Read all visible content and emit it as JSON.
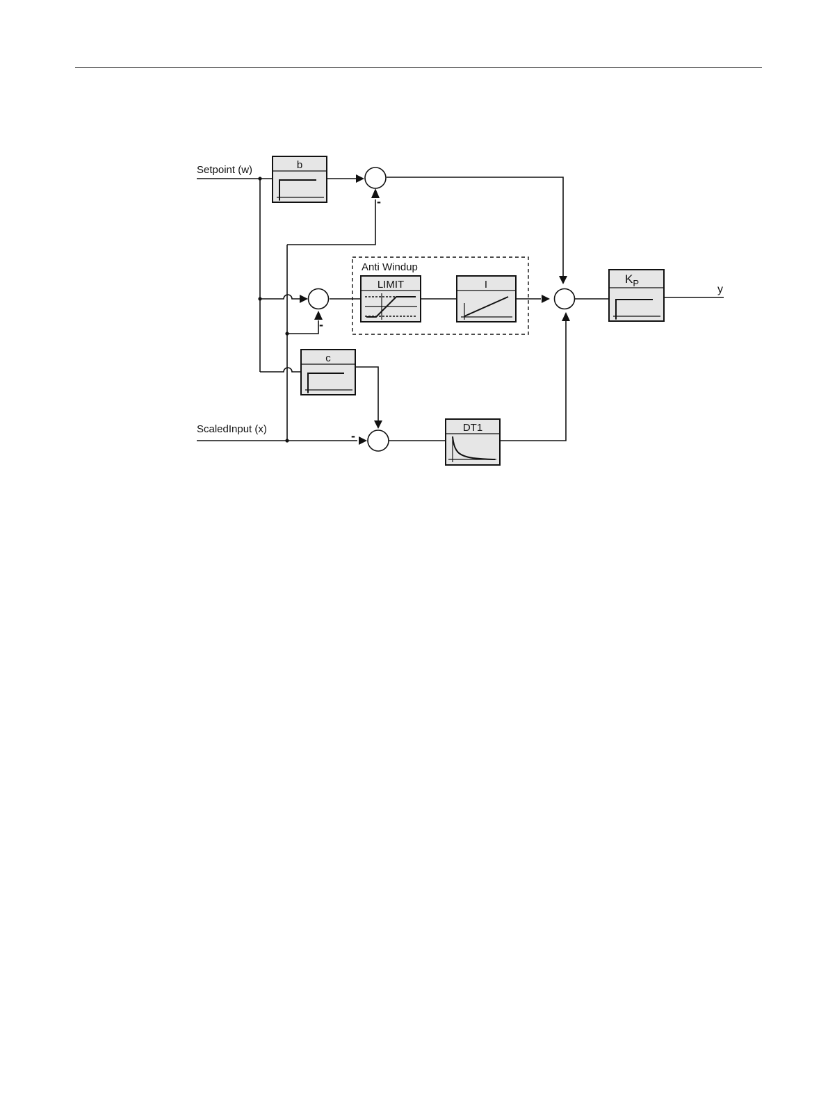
{
  "diagram": {
    "inputs": {
      "setpoint": "Setpoint (w)",
      "scaled_input": "ScaledInput (x)"
    },
    "output": "y",
    "group": {
      "anti_windup": "Anti Windup"
    },
    "blocks": {
      "b": "b",
      "c": "c",
      "limit": "LIMIT",
      "integrator": "I",
      "dt1": "DT1",
      "kp_main": "K",
      "kp_sub": "P"
    },
    "signs": {
      "minus": "-"
    }
  }
}
